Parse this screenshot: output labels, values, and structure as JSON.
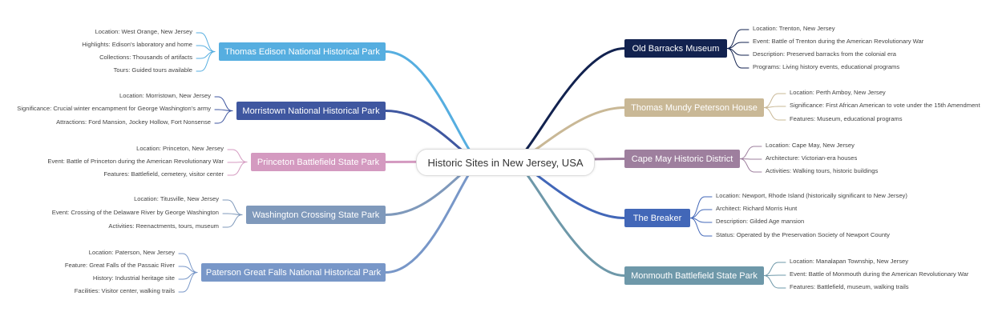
{
  "title": "Historic Sites in New Jersey, USA",
  "left_branches": [
    {
      "label": "Thomas Edison National Historical Park",
      "color": "#56aee0",
      "leaves": [
        "Location: West Orange, New Jersey",
        "Highlights: Edison's laboratory and home",
        "Collections: Thousands of artifacts",
        "Tours: Guided tours available"
      ]
    },
    {
      "label": "Morristown National Historical Park",
      "color": "#3f57a0",
      "leaves": [
        "Location: Morristown, New Jersey",
        "Significance: Crucial winter encampment for George Washington's army",
        "Attractions: Ford Mansion, Jockey Hollow, Fort Nonsense"
      ]
    },
    {
      "label": "Princeton Battlefield State Park",
      "color": "#d49ac0",
      "leaves": [
        "Location: Princeton, New Jersey",
        "Event: Battle of Princeton during the American Revolutionary War",
        "Features: Battlefield, cemetery, visitor center"
      ]
    },
    {
      "label": "Washington Crossing State Park",
      "color": "#7f99bb",
      "leaves": [
        "Location: Titusville, New Jersey",
        "Event: Crossing of the Delaware River by George Washington",
        "Activities: Reenactments, tours, museum"
      ]
    },
    {
      "label": "Paterson Great Falls National Historical Park",
      "color": "#7897c8",
      "leaves": [
        "Location: Paterson, New Jersey",
        "Feature: Great Falls of the Passaic River",
        "History: Industrial heritage site",
        "Facilities: Visitor center, walking trails"
      ]
    }
  ],
  "right_branches": [
    {
      "label": "Old Barracks Museum",
      "color": "#12224f",
      "leaves": [
        "Location: Trenton, New Jersey",
        "Event: Battle of Trenton during the American Revolutionary War",
        "Description: Preserved barracks from the colonial era",
        "Programs: Living history events, educational programs"
      ]
    },
    {
      "label": "Thomas Mundy Peterson House",
      "color": "#c9b896",
      "leaves": [
        "Location: Perth Amboy, New Jersey",
        "Significance: First African American to vote under the 15th Amendment",
        "Features: Museum, educational programs"
      ]
    },
    {
      "label": "Cape May Historic District",
      "color": "#9e7f9e",
      "leaves": [
        "Location: Cape May, New Jersey",
        "Architecture: Victorian-era houses",
        "Activities: Walking tours, historic buildings"
      ]
    },
    {
      "label": "The Breaker",
      "color": "#4267b8",
      "leaves": [
        "Location: Newport, Rhode Island (historically significant to New Jersey)",
        "Architect: Richard Morris Hunt",
        "Description: Gilded Age mansion",
        "Status: Operated by the Preservation Society of Newport County"
      ]
    },
    {
      "label": "Monmouth Battlefield State Park",
      "color": "#6e98a9",
      "leaves": [
        "Location: Manalapan Township, New Jersey",
        "Event: Battle of Monmouth during the American Revolutionary War",
        "Features: Battlefield, museum, walking trails"
      ]
    }
  ]
}
